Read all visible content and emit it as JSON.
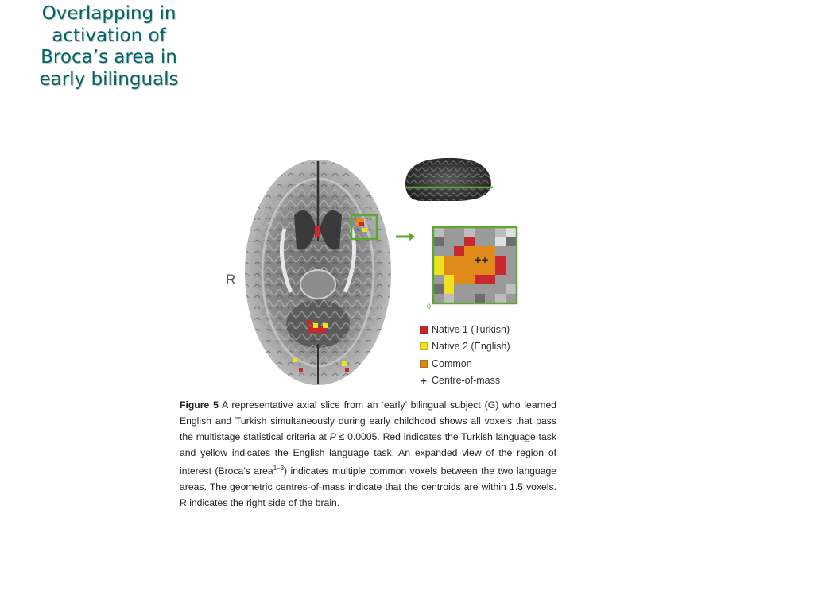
{
  "slide": {
    "title": "Overlapping in activation of Broca’s area in early bilinguals"
  },
  "figure": {
    "side_label": "R",
    "inset_axis_label": "0",
    "legend": [
      {
        "label": "Native 1 (Turkish)",
        "color": "#c8282e",
        "marker": "swatch"
      },
      {
        "label": "Native 2 (English)",
        "color": "#f0e020",
        "marker": "swatch"
      },
      {
        "label": "Common",
        "color": "#e08a1a",
        "marker": "swatch"
      },
      {
        "label": "Centre-of-mass",
        "marker": "plus"
      }
    ],
    "caption": {
      "figure_number": "Figure 5",
      "text_before_p": " A representative axial slice from an ‘early’ bilingual subject (G) who learned English and Turkish simultaneously during early childhood shows all voxels that pass the multistage statistical criteria at ",
      "p_symbol": "P",
      "text_p_value": " ≤ 0.0005. Red indicates the Turkish language task and yellow indicates the English language task. An expanded view of the region of interest (Broca’s area",
      "ref_superscript": "1–3",
      "text_after_ref": ") indicates multiple common voxels between the two language areas. The geometric centres-of-mass indicate that the centroids are within 1.5 voxels. R indicates the right side of the brain."
    }
  },
  "colors": {
    "title": "#006666",
    "roi_box": "#5aa832",
    "turkish": "#c8282e",
    "english": "#f0e020",
    "common": "#e08a1a"
  }
}
